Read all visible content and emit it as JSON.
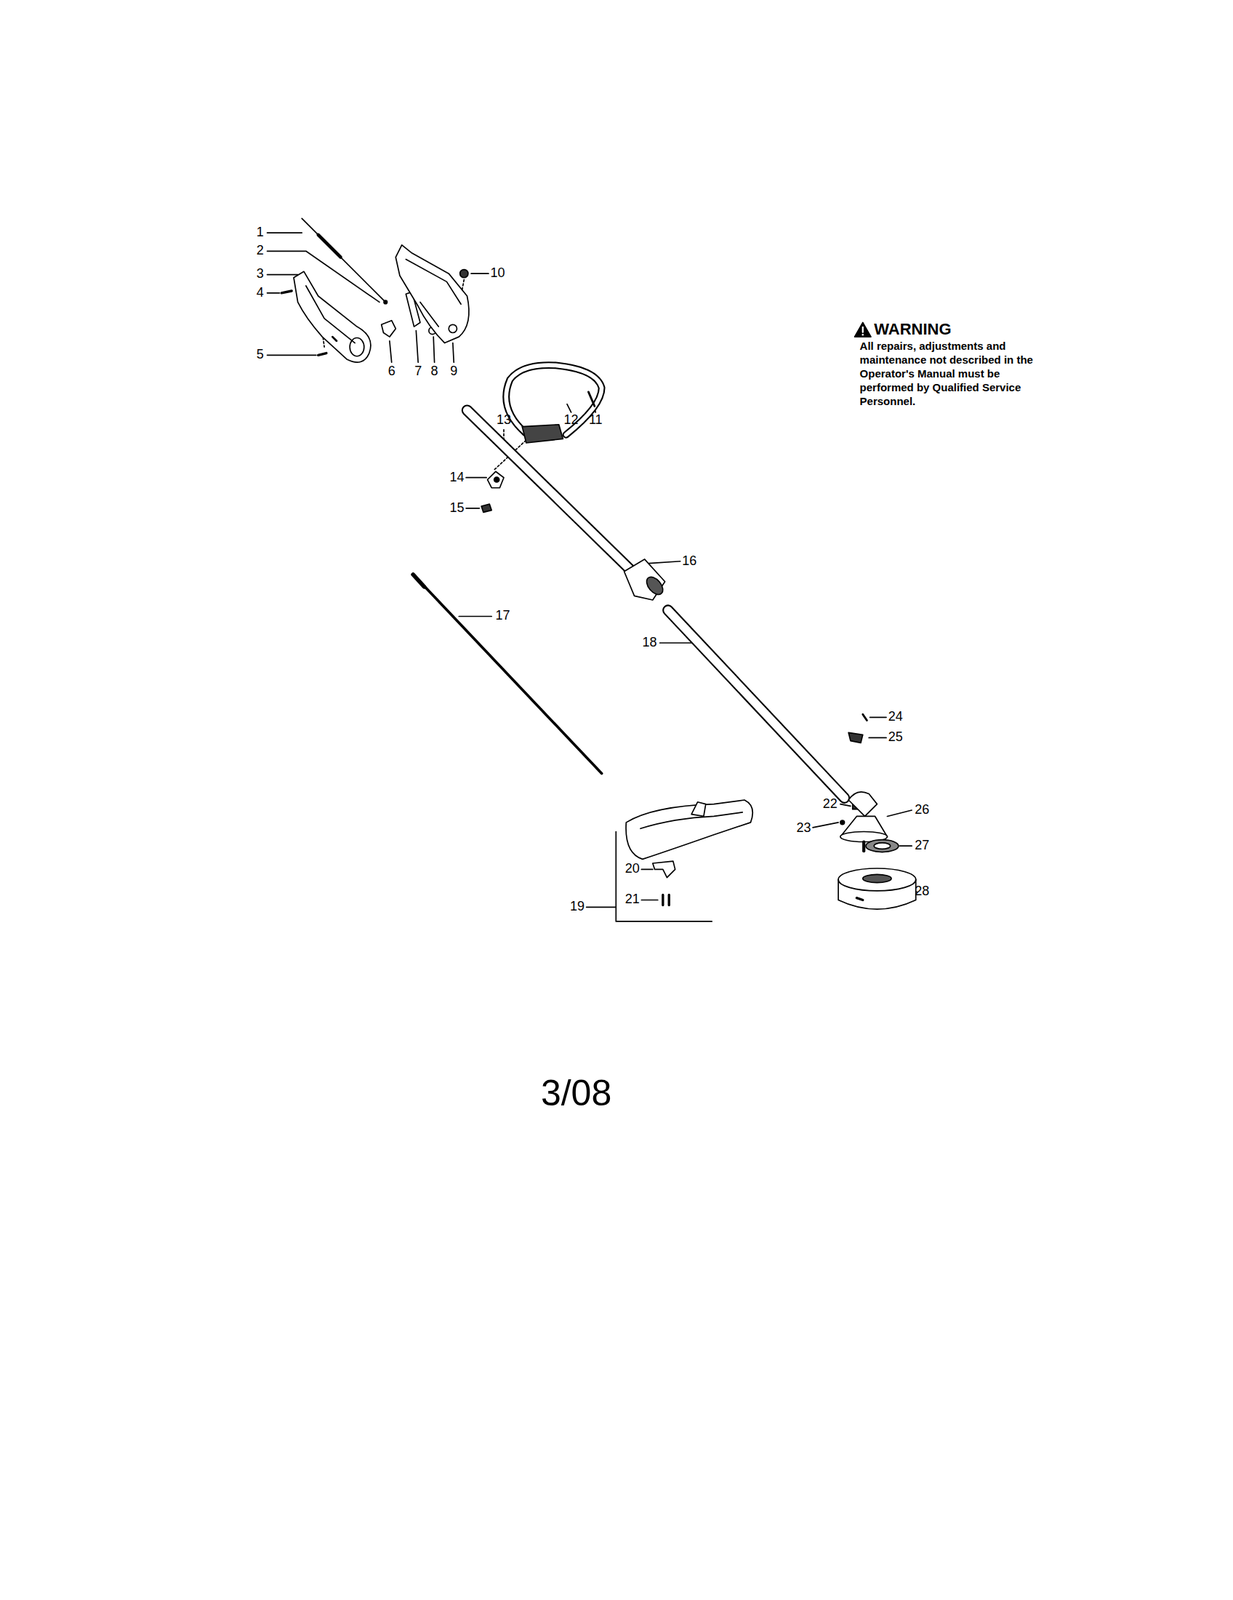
{
  "diagram": {
    "labels": [
      "1",
      "2",
      "3",
      "4",
      "5",
      "10",
      "WARNING",
      "All repairs, adjustments and maintenance not described in the Operator's Manual must be performed by Qualified Service Personnel.",
      "6",
      "7",
      "8",
      "9",
      "13",
      "12",
      "11",
      "14",
      "15",
      "16",
      "17",
      "18",
      "24",
      "25",
      "22",
      "26",
      "23",
      "27",
      "20",
      "21",
      "28",
      "19",
      "3/08"
    ]
  }
}
